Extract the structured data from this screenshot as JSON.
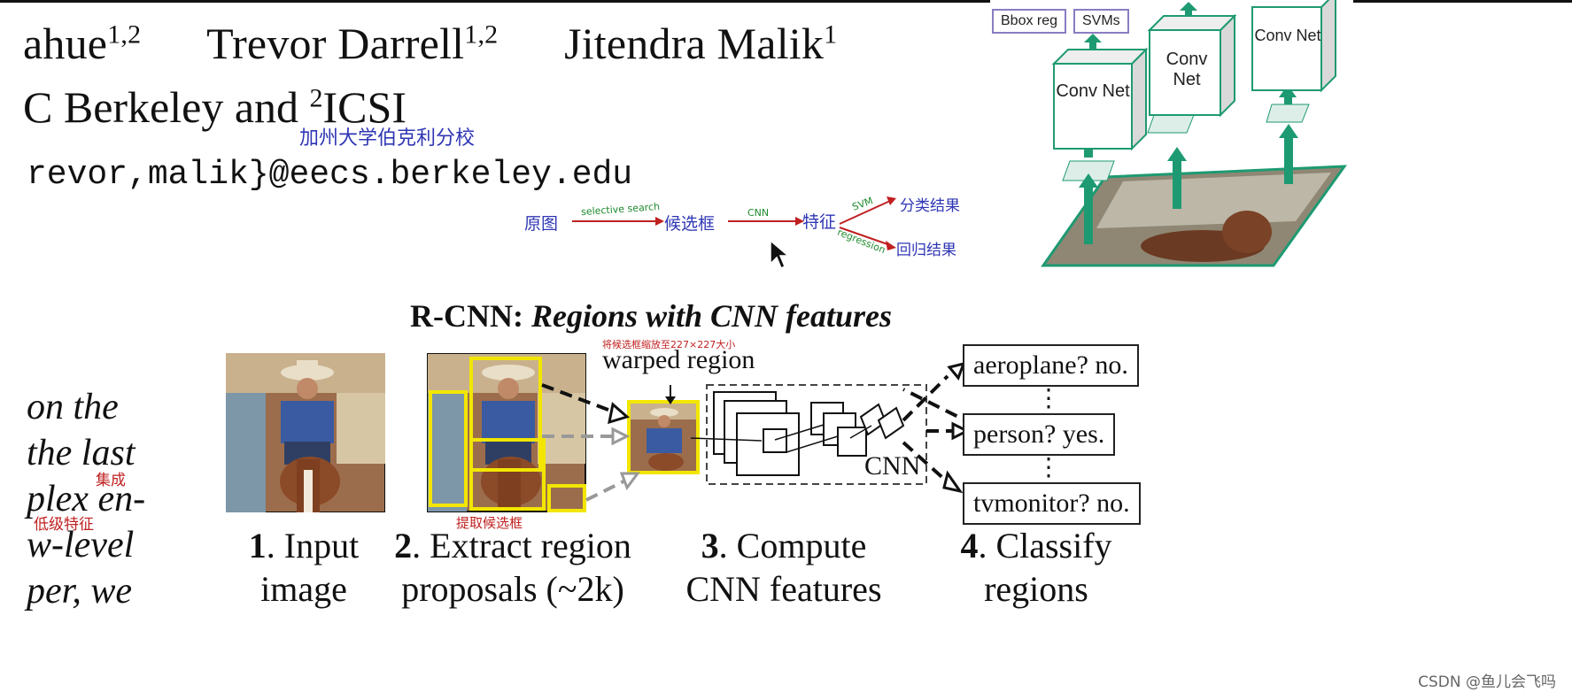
{
  "header": {
    "authors": [
      {
        "name": "ahue",
        "sup": "1,2"
      },
      {
        "name": "Trevor Darrell",
        "sup": "1,2"
      },
      {
        "name": "Jitendra Malik",
        "sup": "1"
      }
    ],
    "affiliation_prefix": "C Berkeley and ",
    "affiliation_sup": "2",
    "affiliation_suffix": "ICSI",
    "email": "revor,malik}@eecs.berkeley.edu",
    "email_note": "加州大学伯克利分校"
  },
  "pipeline_sketch": {
    "nodes": [
      "原图",
      "候选框",
      "特征",
      "分类结果",
      "回归结果"
    ],
    "edges": [
      "selective search",
      "CNN",
      "SVM",
      "regression"
    ]
  },
  "thumbnail": {
    "boxes": [
      "Bbox reg",
      "SVMs"
    ],
    "nets": [
      "Conv Net",
      "Conv Net",
      "Conv Net"
    ]
  },
  "figure": {
    "title_bold": "R-CNN: ",
    "title_italic": "Regions with CNN features",
    "warped_note": "将候选框缩放至227×227大小",
    "warped_label": "warped region",
    "cnn_label": "CNN",
    "extract_note": "提取候选框",
    "classes": [
      "aeroplane? no.",
      "person? yes.",
      "tvmonitor? no."
    ],
    "ellipsis": "⋮",
    "steps": [
      {
        "num": "1",
        "line1": ". Input",
        "line2": "image"
      },
      {
        "num": "2",
        "line1": ". Extract region",
        "line2": "proposals (~2k)"
      },
      {
        "num": "3",
        "line1": ". Compute",
        "line2": "CNN features"
      },
      {
        "num": "4",
        "line1": ". Classify",
        "line2": "regions"
      }
    ]
  },
  "left_text": {
    "lines": [
      "on   the",
      "the last",
      "plex en-",
      "w-level",
      "per,  we"
    ],
    "notes": [
      "集成",
      "低级特征"
    ]
  },
  "watermark": "CSDN @鱼儿会飞吗",
  "colors": {
    "handwriting_blue": "#2f36b4",
    "handwriting_red": "#c02020",
    "handwriting_green": "#1f8b2e",
    "proposal_yellow": "#f2e600",
    "arrow_green": "#1e9a72"
  }
}
